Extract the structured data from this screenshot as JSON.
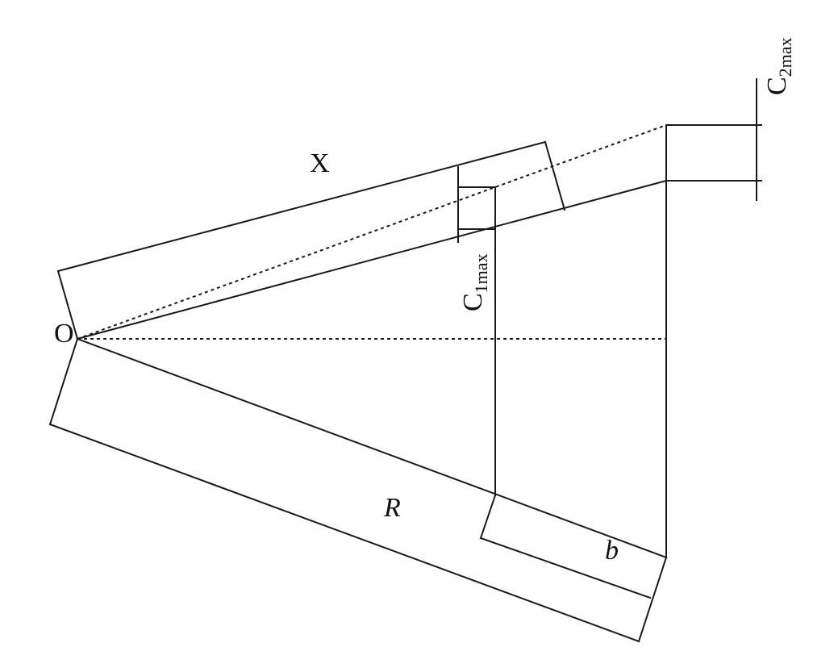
{
  "labels": {
    "origin": "O",
    "x_dim": "X",
    "r_dim": "R",
    "b_dim": "b",
    "c1": {
      "base": "C",
      "sub": "1max"
    },
    "c2": {
      "base": "C",
      "sub": "2max"
    }
  }
}
